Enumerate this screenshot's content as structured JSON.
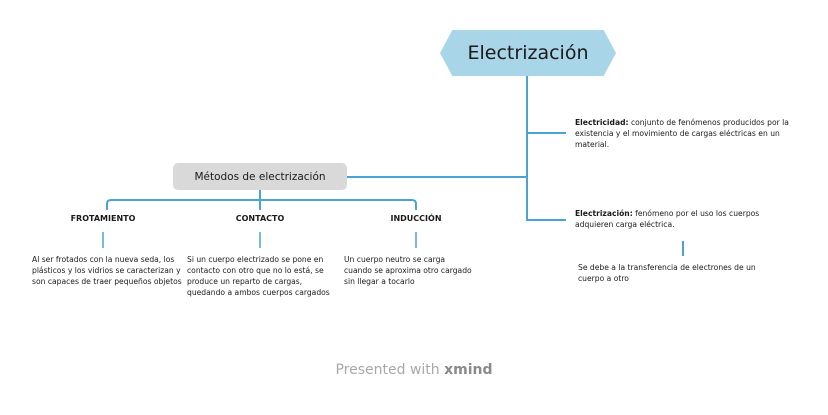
{
  "root": {
    "title": "Electrización"
  },
  "right": {
    "items": [
      {
        "term": "Electricidad:",
        "text": " conjunto de fenómenos producidos por la existencia y el movimiento de cargas eléctricas en un material."
      },
      {
        "term": "Electrización:",
        "text": " fenómeno por el uso los cuerpos adquieren carga eléctrica."
      }
    ],
    "note": "Se debe a la transferencia de electrones de un cuerpo a otro"
  },
  "methods": {
    "title": "Métodos de electrización",
    "items": [
      {
        "label": "FROTAMIENTO",
        "text": "Al ser frotados con la nueva seda, los plásticos y los vidrios se caracterizan y son capaces de traer pequeños objetos"
      },
      {
        "label": "CONTACTO",
        "text": "Si un cuerpo electrizado se pone en contacto con otro que no lo está, se produce un reparto de cargas, quedando a ambos cuerpos cargados"
      },
      {
        "label": "INDUCCIÓN",
        "text": "Un cuerpo neutro se carga cuando se aproxima otro cargado sin llegar a tocarlo"
      }
    ]
  },
  "footer": {
    "prefix": "Presented with ",
    "brand": "xmind"
  },
  "colors": {
    "line": "#4aa3d3",
    "root": "#a9d5e9",
    "sub": "#d9d9d9"
  }
}
